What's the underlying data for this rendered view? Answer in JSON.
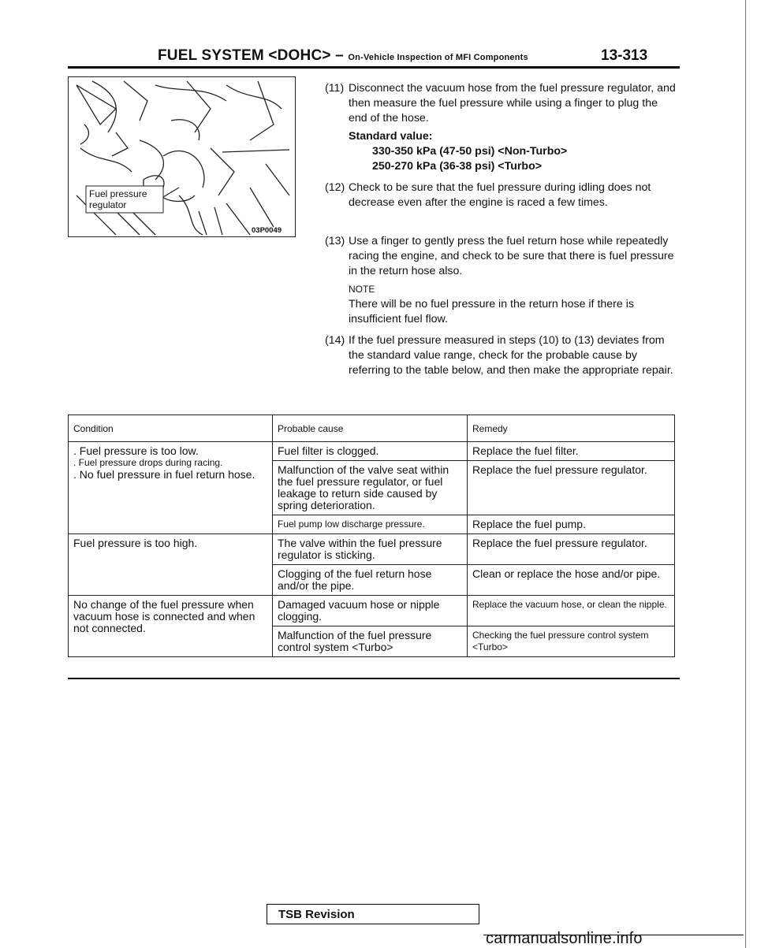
{
  "header": {
    "title": "FUEL SYSTEM <DOHC> –",
    "subtitle": "On-Vehicle Inspection of MFI Components",
    "page_number": "13-313"
  },
  "figure": {
    "label": "Fuel pressure regulator",
    "code": "03P0049"
  },
  "steps": [
    {
      "num": "(11)",
      "text": "Disconnect the vacuum hose from the fuel pressure regulator, and then measure the fuel pressure while using a finger to plug the end of the hose."
    },
    {
      "num": "(12)",
      "text": "Check to be sure that the fuel pressure during idling does not decrease even after the engine is raced a few times."
    },
    {
      "num": "(13)",
      "text": "Use a finger to gently press the fuel return hose while repeatedly racing the engine, and check to be sure that there is fuel pressure in the return hose also."
    },
    {
      "num": "(14)",
      "text": "If the fuel pressure measured in steps (10) to (13) deviates from the standard value range, check for the probable cause by referring to the table below, and then make the appropriate repair."
    }
  ],
  "standard": {
    "label": "Standard value:",
    "value1": "330-350 kPa (47-50 psi) <Non-Turbo>",
    "value2": "250-270 kPa (36-38 psi) <Turbo>"
  },
  "note": {
    "label": "NOTE",
    "text": "There will be no fuel pressure in the return hose if there is insufficient fuel flow."
  },
  "table": {
    "headers": [
      "Condition",
      "Probable cause",
      "Remedy"
    ],
    "groups": [
      {
        "conditions": [
          ". Fuel pressure is too low.",
          ". Fuel pressure drops during racing.",
          ". No fuel pressure in fuel return hose."
        ],
        "rows": [
          {
            "cause": "Fuel filter is clogged.",
            "remedy": "Replace the fuel filter."
          },
          {
            "cause": "Malfunction of the valve seat within the fuel pressure regulator, or fuel leakage to return side caused by spring deterioration.",
            "remedy": "Replace the fuel pressure regulator."
          },
          {
            "cause": "Fuel pump low discharge pressure.",
            "remedy": "Replace the fuel pump."
          }
        ]
      },
      {
        "conditions": [
          "Fuel pressure is too high."
        ],
        "rows": [
          {
            "cause": "The valve within the fuel pressure regulator is sticking.",
            "remedy": "Replace the fuel pressure regulator."
          },
          {
            "cause": "Clogging of the fuel return hose and/or the pipe.",
            "remedy": "Clean or replace the hose and/or pipe."
          }
        ]
      },
      {
        "conditions": [
          "No change of the fuel pressure when vacuum hose is connected and when not connected."
        ],
        "rows": [
          {
            "cause": "Damaged vacuum hose or nipple clogging.",
            "remedy": "Replace the vacuum hose, or clean the nipple."
          },
          {
            "cause": "Malfunction of the fuel pressure control system <Turbo>",
            "remedy": "Checking the fuel pressure control system <Turbo>"
          }
        ]
      }
    ]
  },
  "footer": {
    "box_label": "TSB Revision",
    "watermark": "carmanualsonline.info"
  }
}
